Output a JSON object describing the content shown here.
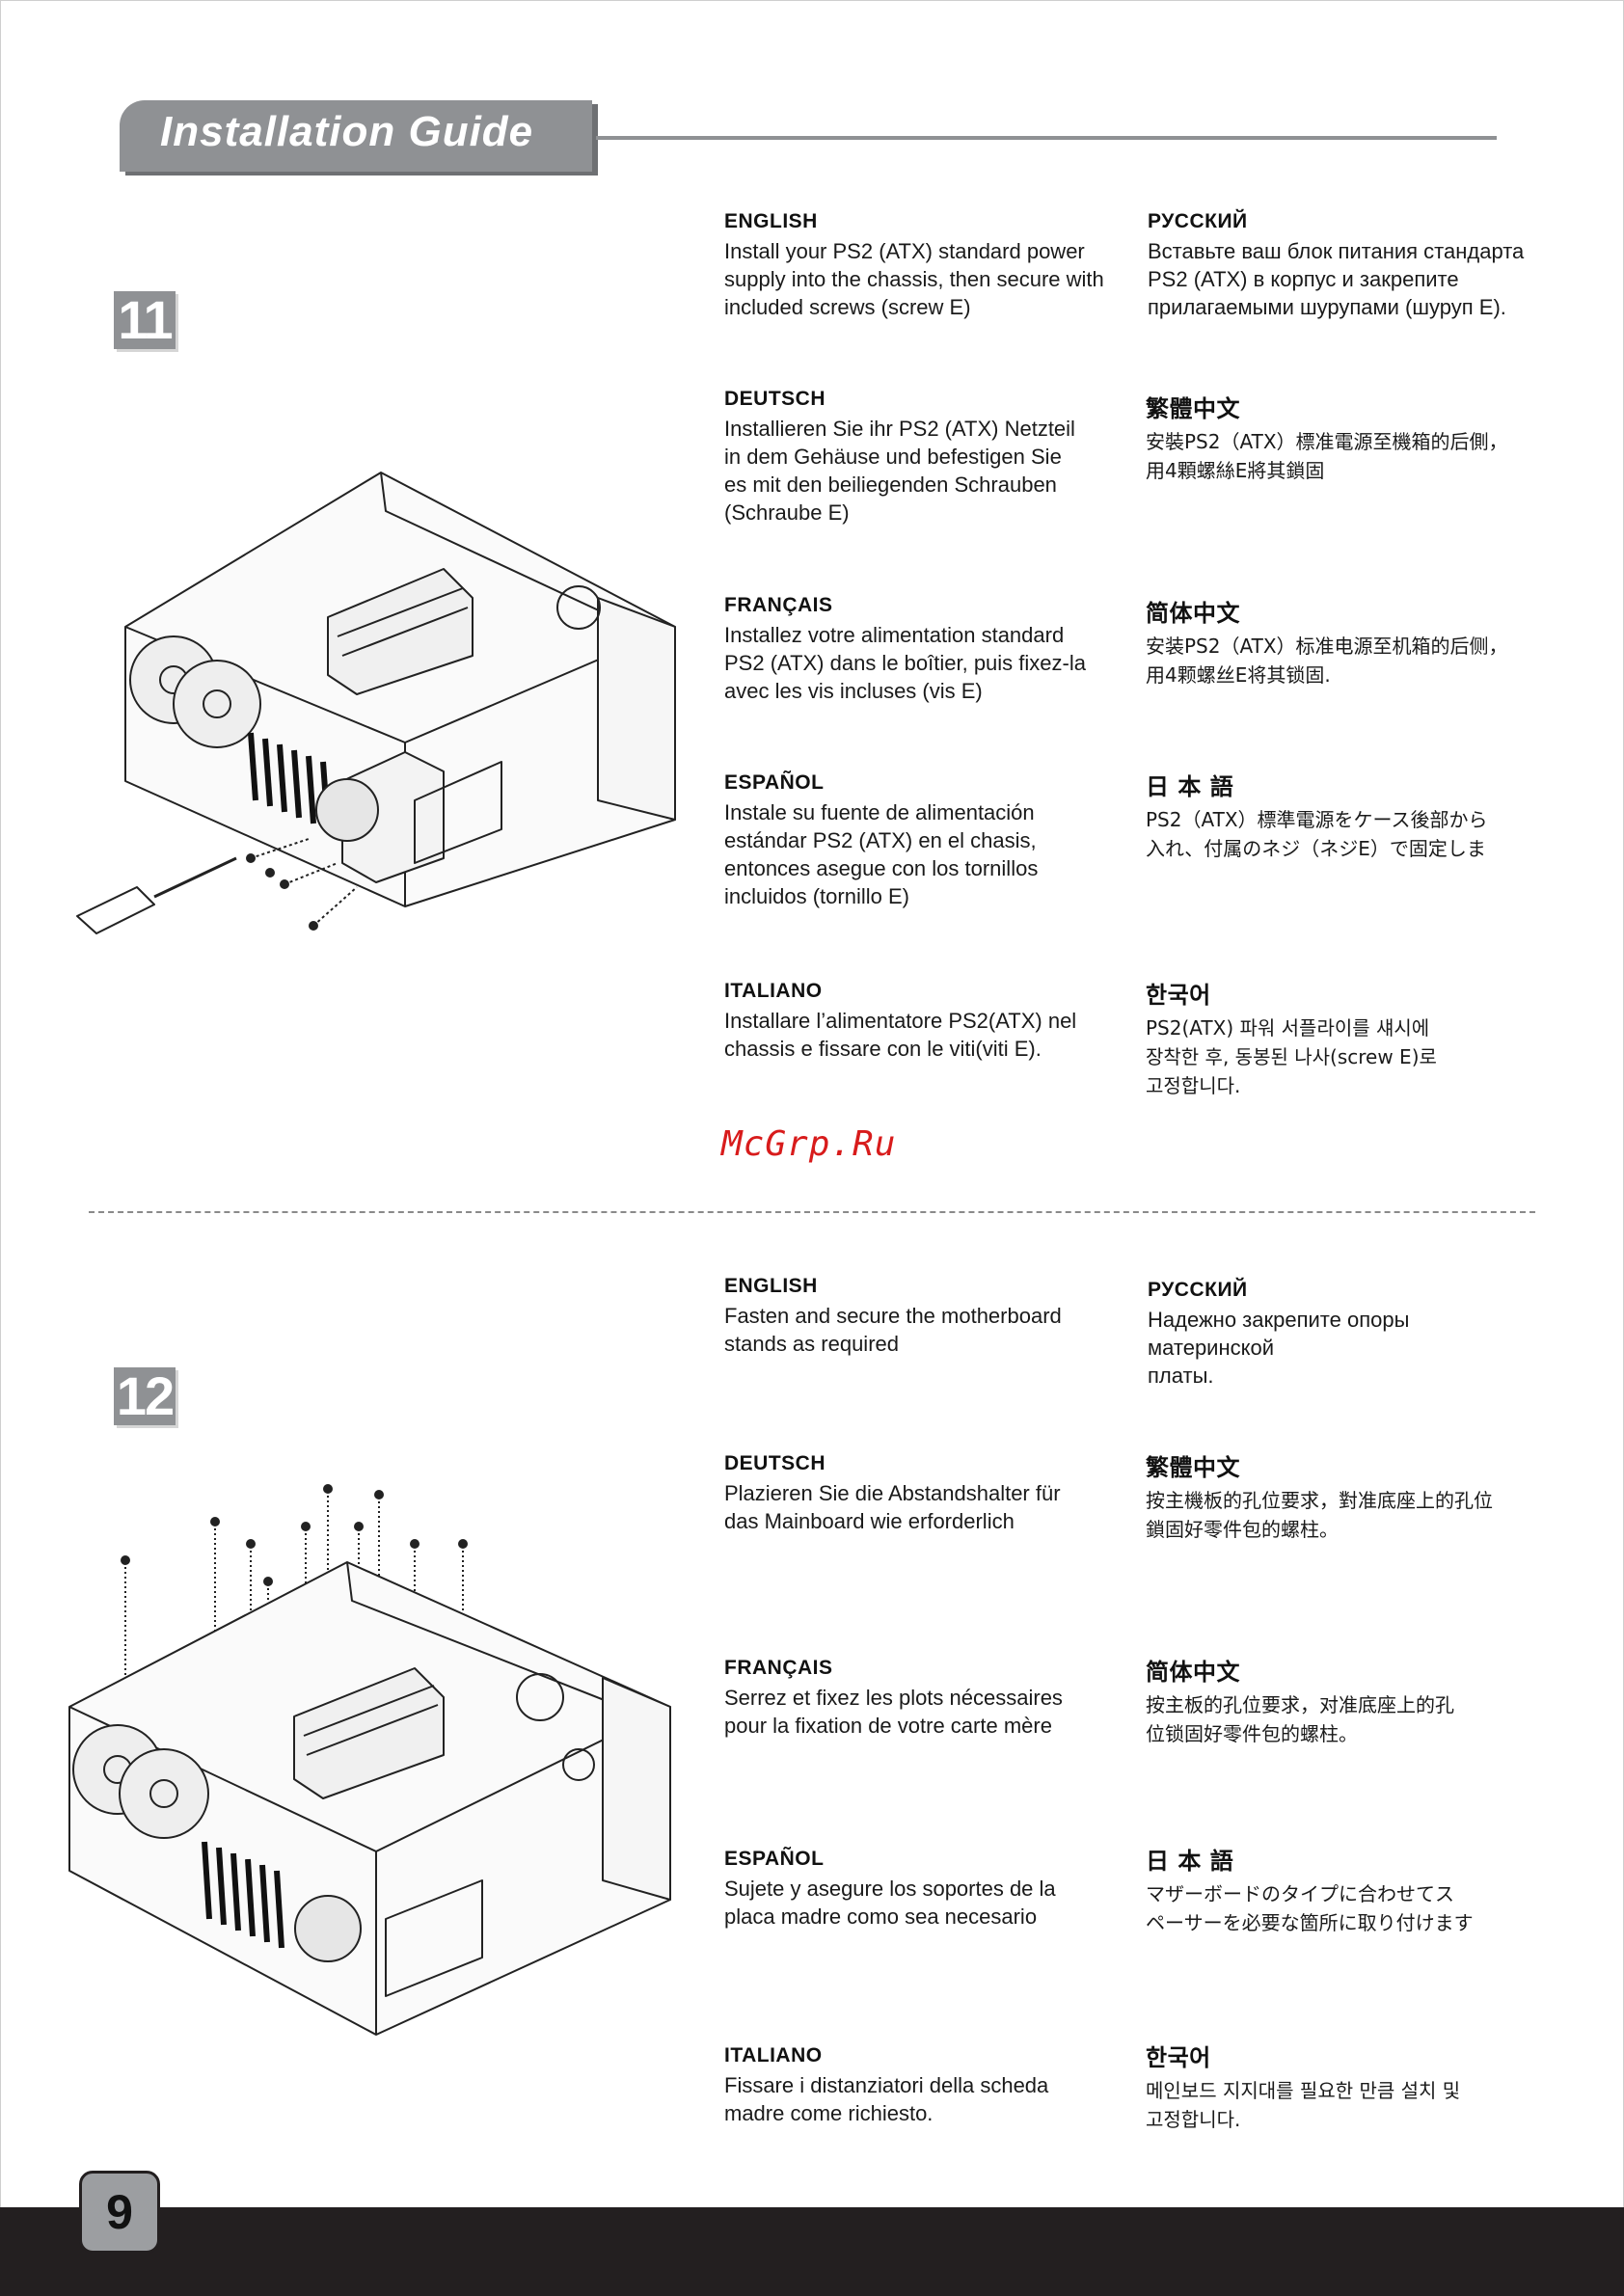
{
  "header": {
    "title": "Installation Guide"
  },
  "watermark": "McGrp.Ru",
  "page_number": "9",
  "steps": [
    {
      "number": "11",
      "languages": {
        "english": {
          "title": "ENGLISH",
          "text": "Install your PS2 (ATX) standard power\nsupply into the chassis, then secure with\nincluded screws (screw E)"
        },
        "deutsch": {
          "title": "DEUTSCH",
          "text": "Installieren Sie ihr PS2 (ATX) Netzteil\nin dem Gehäuse und befestigen Sie\nes mit den beiliegenden Schrauben\n(Schraube E)"
        },
        "francais": {
          "title": "FRANÇAIS",
          "text": "Installez votre alimentation standard\nPS2 (ATX) dans le boîtier, puis fixez-la\navec les vis incluses (vis E)"
        },
        "espanol": {
          "title": "ESPAÑOL",
          "text": "Instale su fuente de alimentación\nestándar PS2 (ATX) en el chasis,\nentonces asegue con los tornillos\nincluidos (tornillo E)"
        },
        "italiano": {
          "title": "ITALIANO",
          "text": "Installare l’alimentatore PS2(ATX) nel\nchassis e fissare con le viti(viti E)."
        },
        "russian": {
          "title": "РУССКИЙ",
          "text": "Вставьте ваш блок питания стандарта\nPS2 (ATX) в корпус и закрепите\nприлагаемыми шурупами (шуруп E)."
        },
        "trad_chinese": {
          "title": "繁體中文",
          "text": "安裝PS2（ATX）標准電源至機箱的后側，\n用4顆螺絲E將其鎖固"
        },
        "simp_chinese": {
          "title": "简体中文",
          "text": "安装PS2（ATX）标准电源至机箱的后侧，\n用4颗螺丝E将其锁固."
        },
        "japanese": {
          "title": "日 本 語",
          "text": "PS2（ATX）標準電源をケース後部から\n入れ、付属のネジ（ネジE）で固定しま"
        },
        "korean": {
          "title": "한국어",
          "text": "PS2(ATX) 파워 서플라이를 섀시에\n장착한 후, 동봉된 나사(screw E)로\n고정합니다."
        }
      }
    },
    {
      "number": "12",
      "languages": {
        "english": {
          "title": "ENGLISH",
          "text": "Fasten and secure the motherboard\nstands as required"
        },
        "deutsch": {
          "title": "DEUTSCH",
          "text": "Plazieren Sie die Abstandshalter für\ndas Mainboard wie erforderlich"
        },
        "francais": {
          "title": "FRANÇAIS",
          "text": "Serrez et fixez les plots nécessaires\npour la fixation de votre carte mère"
        },
        "espanol": {
          "title": "ESPAÑOL",
          "text": "Sujete y asegure los soportes de la\nplaca madre como sea necesario"
        },
        "italiano": {
          "title": "ITALIANO",
          "text": "Fissare i distanziatori della scheda\nmadre come richiesto."
        },
        "russian": {
          "title": "РУССКИЙ",
          "text": "Надежно закрепите опоры материнской\nплаты."
        },
        "trad_chinese": {
          "title": "繁體中文",
          "text": "按主機板的孔位要求，對准底座上的孔位\n鎖固好零件包的螺柱。"
        },
        "simp_chinese": {
          "title": "简体中文",
          "text": "按主板的孔位要求，对准底座上的孔\n位锁固好零件包的螺柱。"
        },
        "japanese": {
          "title": "日 本 語",
          "text": "マザーボードのタイプに合わせてス\nペーサーを必要な箇所に取り付けます"
        },
        "korean": {
          "title": "한국어",
          "text": "메인보드 지지대를 필요한 만큼 설치 및\n고정합니다."
        }
      }
    }
  ]
}
